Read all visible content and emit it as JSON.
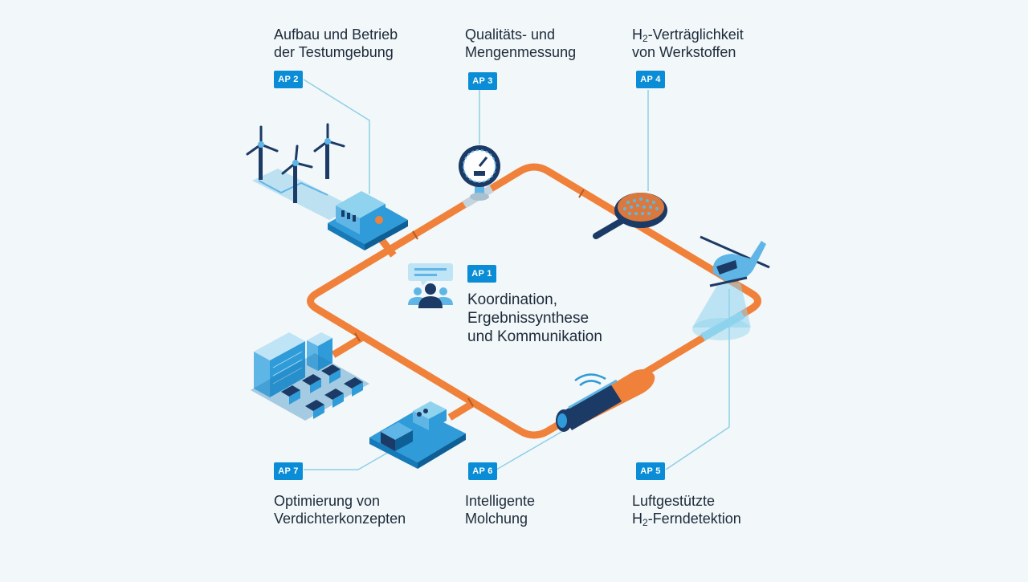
{
  "work_packages": {
    "ap1": {
      "badge": "AP 1",
      "lines": [
        "Koordination,",
        "Ergebnissynthese",
        "und Kommunikation"
      ]
    },
    "ap2": {
      "badge": "AP 2",
      "lines": [
        "Aufbau und Betrieb",
        "der Testumgebung"
      ]
    },
    "ap3": {
      "badge": "AP 3",
      "lines": [
        "Qualitäts- und",
        "Mengenmessung"
      ]
    },
    "ap4": {
      "badge": "AP 4",
      "line1_prefix": "H",
      "line1_sub": "2",
      "line1_suffix": "-Verträglichkeit",
      "line2": "von Werkstoffen"
    },
    "ap5": {
      "badge": "AP 5",
      "line1": "Luftgestützte",
      "line2_prefix": "H",
      "line2_sub": "2",
      "line2_suffix": "-Ferndetektion"
    },
    "ap6": {
      "badge": "AP 6",
      "lines": [
        "Intelligente",
        "Molchung"
      ]
    },
    "ap7": {
      "badge": "AP 7",
      "lines": [
        "Optimierung von",
        "Verdichterkonzepten"
      ]
    }
  },
  "colors": {
    "pipeline": "#f0813a",
    "badge": "#0a8dd6",
    "leader": "#8fcfe6",
    "dark": "#1c3a66",
    "light_blue": "#5fb6e6"
  },
  "icons": [
    "wind-turbine-icon",
    "container-station-icon",
    "pressure-gauge-icon",
    "magnifier-icon",
    "helicopter-icon",
    "pipeline-pig-icon",
    "compressor-station-icon",
    "buildings-icon",
    "team-chat-icon"
  ]
}
